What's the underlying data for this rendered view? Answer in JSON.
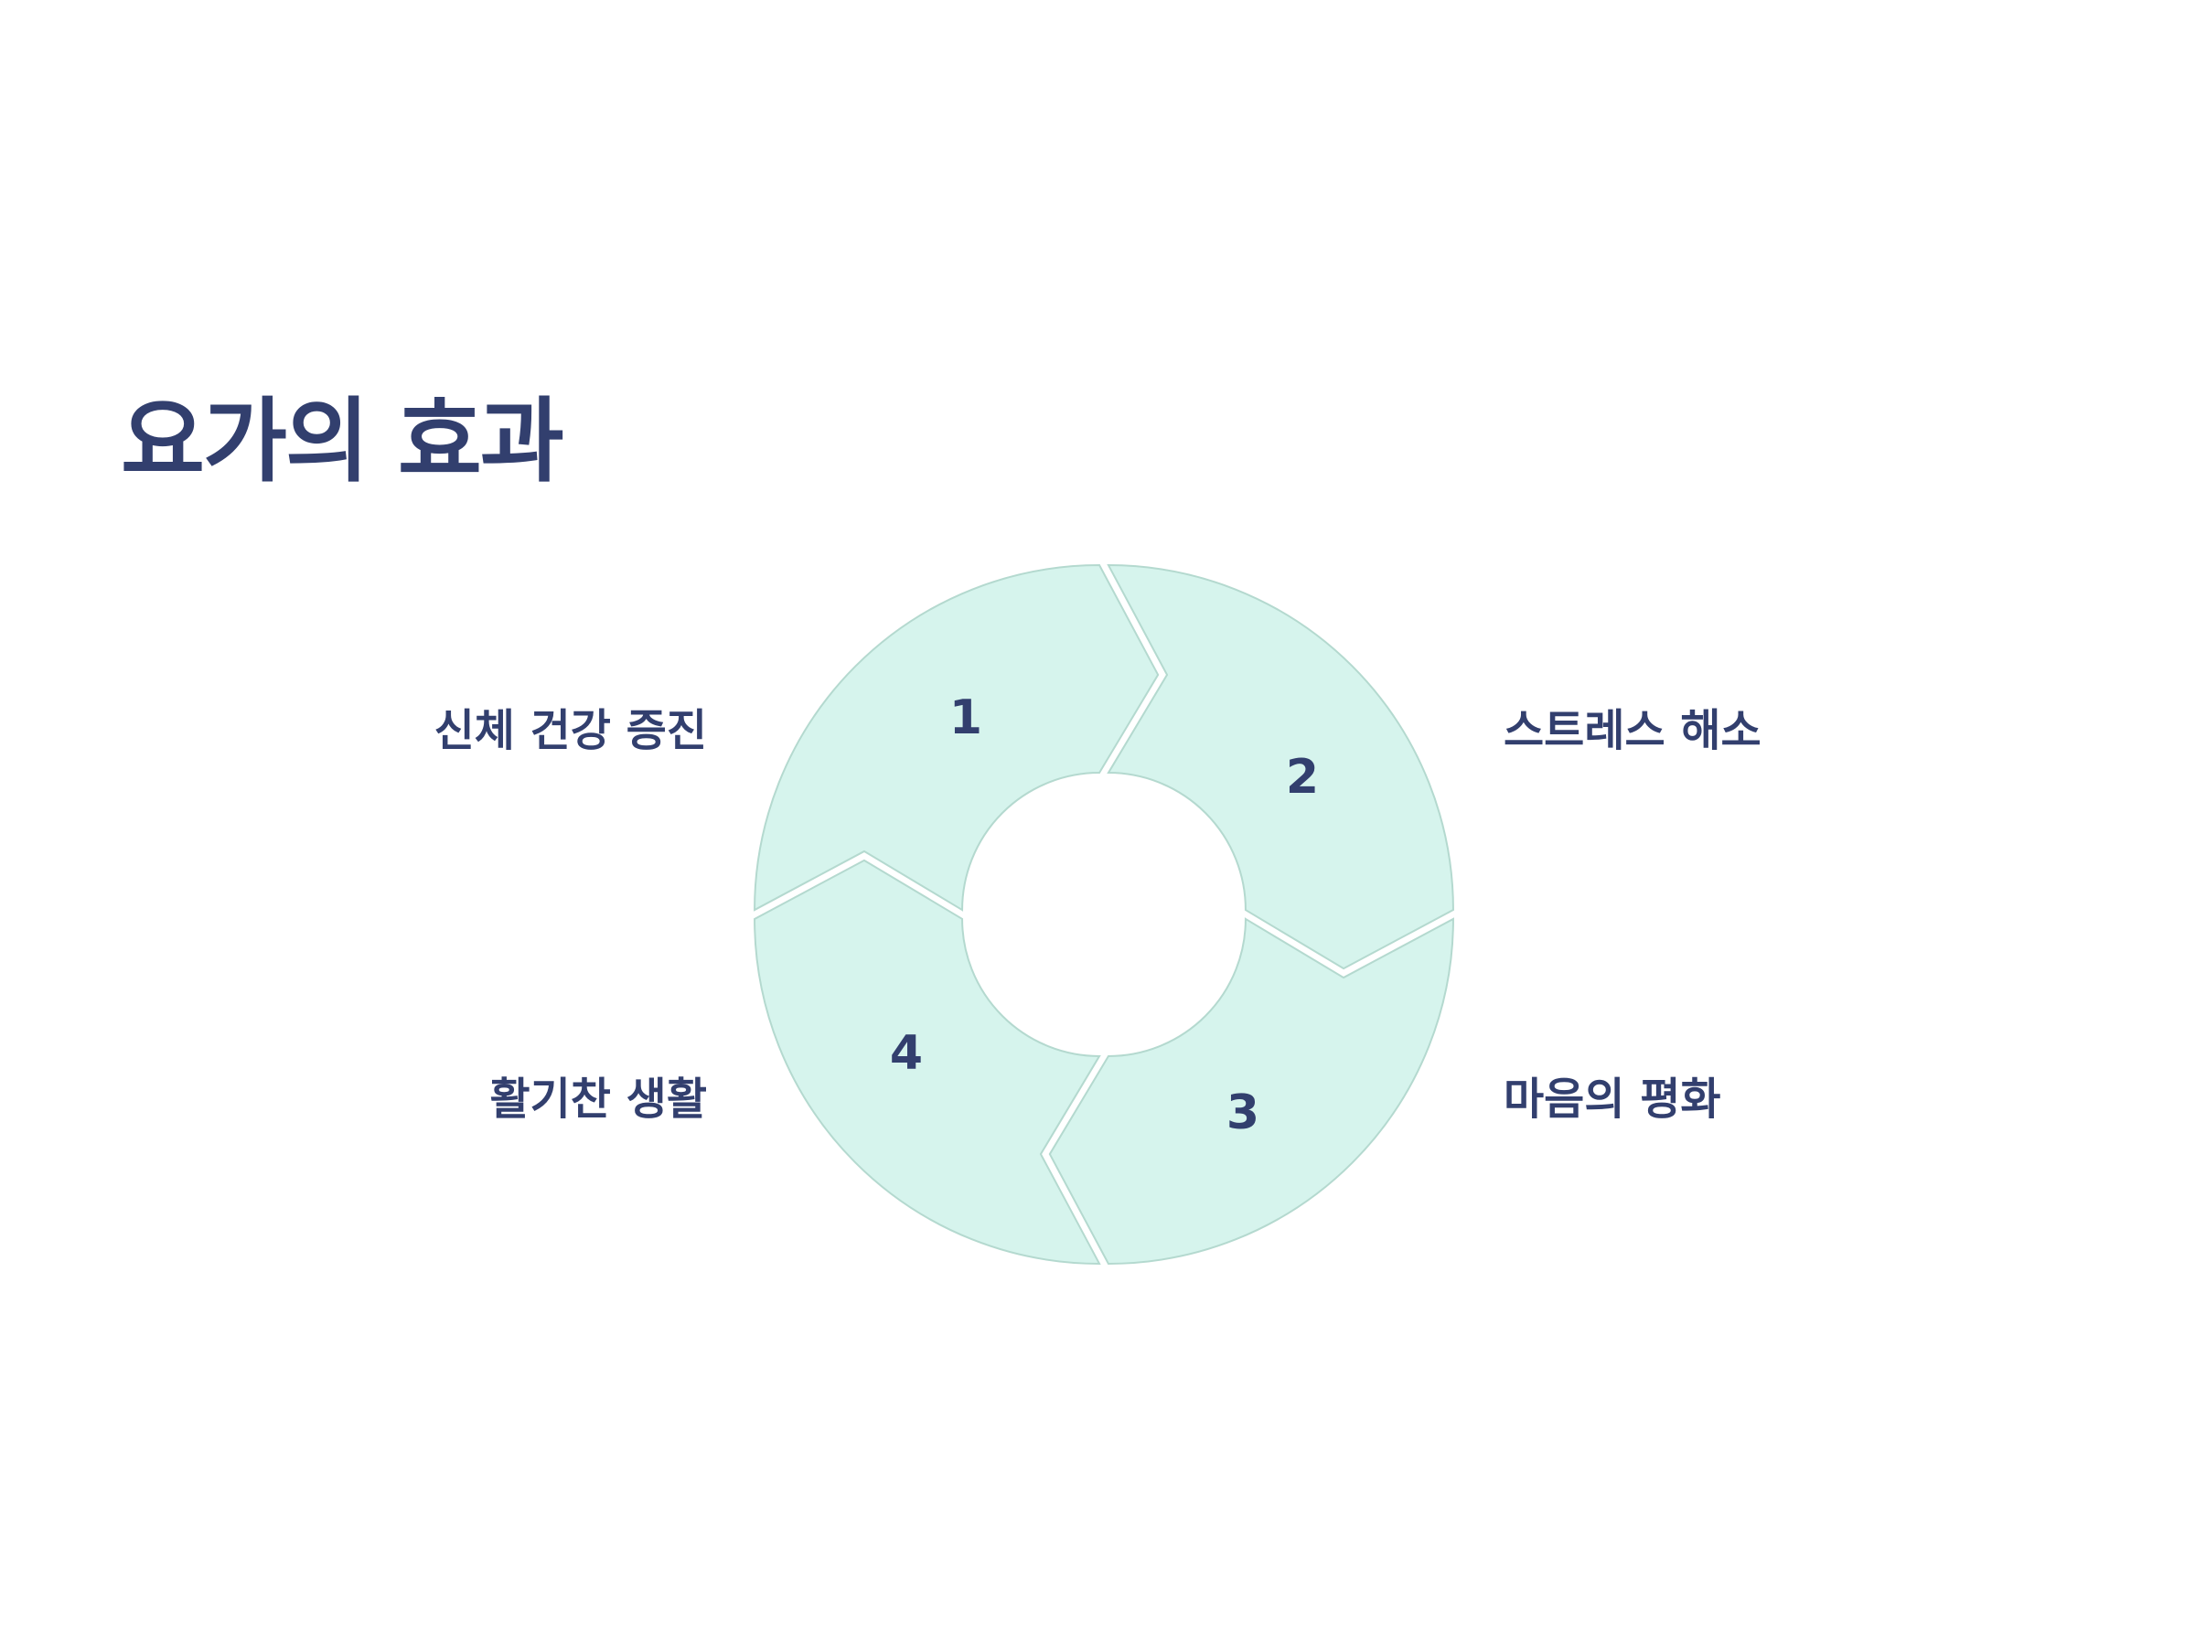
{
  "title": "요가의 효과",
  "colors": {
    "text": "#323f6e",
    "segment_fill": "#d6f4ed",
    "segment_stroke": "#b4d9cf",
    "background": "#ffffff"
  },
  "segments": [
    {
      "number": "1",
      "label": "신체 건강 증진"
    },
    {
      "number": "2",
      "label": "스트레스 해소"
    },
    {
      "number": "3",
      "label": "마음의 평화"
    },
    {
      "number": "4",
      "label": "활기찬 생활"
    }
  ]
}
